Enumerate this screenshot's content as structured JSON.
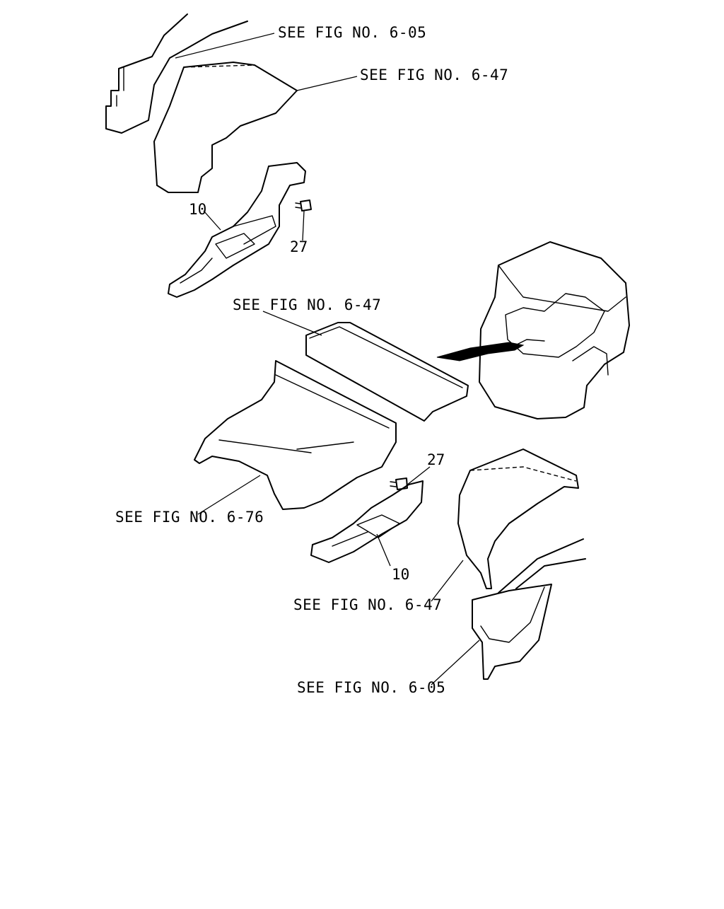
{
  "callouts": {
    "top_fig_605": "SEE FIG NO. 6-05",
    "top_fig_647": "SEE FIG NO. 6-47",
    "mid_fig_647": "SEE FIG NO. 6-47",
    "left_fig_676": "SEE FIG NO. 6-76",
    "bottom_fig_647": "SEE FIG NO. 6-47",
    "bottom_fig_605": "SEE FIG NO. 6-05"
  },
  "part_numbers": {
    "upper_bracket": "10",
    "upper_bolt": "27",
    "lower_bolt": "27",
    "lower_bracket": "10"
  }
}
